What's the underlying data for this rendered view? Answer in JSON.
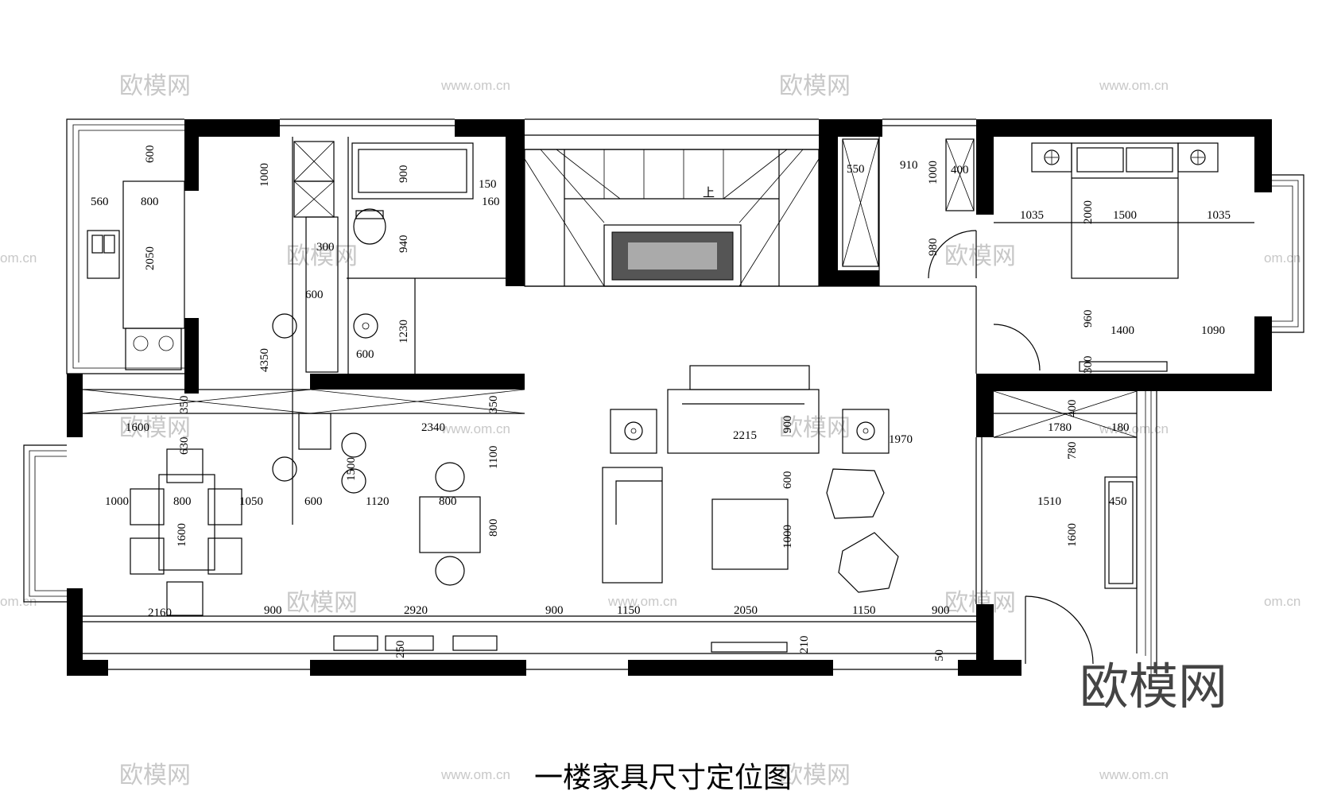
{
  "title": "一楼家具尺寸定位图",
  "watermark": {
    "brand": "欧模网",
    "url": "www.om.cn",
    "url_partial": "om.cn"
  },
  "stair_label": "上",
  "dimensions": {
    "kitchen": [
      "600",
      "560",
      "800",
      "2050"
    ],
    "corridor": [
      "1000",
      "4350"
    ],
    "storage": [
      "300",
      "600"
    ],
    "bath": [
      "900",
      "150",
      "160",
      "940",
      "1230",
      "600"
    ],
    "closet": [
      "550",
      "910",
      "1000",
      "400",
      "980"
    ],
    "bedroom": [
      "1035",
      "2000",
      "1500",
      "1035",
      "960",
      "1400",
      "1090",
      "300"
    ],
    "dining": [
      "350",
      "1600",
      "630",
      "1000",
      "800",
      "1050",
      "1600",
      "2160"
    ],
    "island": [
      "2340",
      "350",
      "1100",
      "1500",
      "600",
      "1120",
      "800",
      "800"
    ],
    "living": [
      "2215",
      "900",
      "1970",
      "600",
      "1000"
    ],
    "room2": [
      "400",
      "1780",
      "180",
      "780",
      "1510",
      "450",
      "1600"
    ],
    "bottom": [
      "900",
      "2920",
      "900",
      "1150",
      "2050",
      "1150",
      "900",
      "250",
      "210",
      "50"
    ]
  },
  "colors": {
    "wall": "#000000",
    "watermark": "#c8c8c8",
    "logo": "#444444"
  }
}
